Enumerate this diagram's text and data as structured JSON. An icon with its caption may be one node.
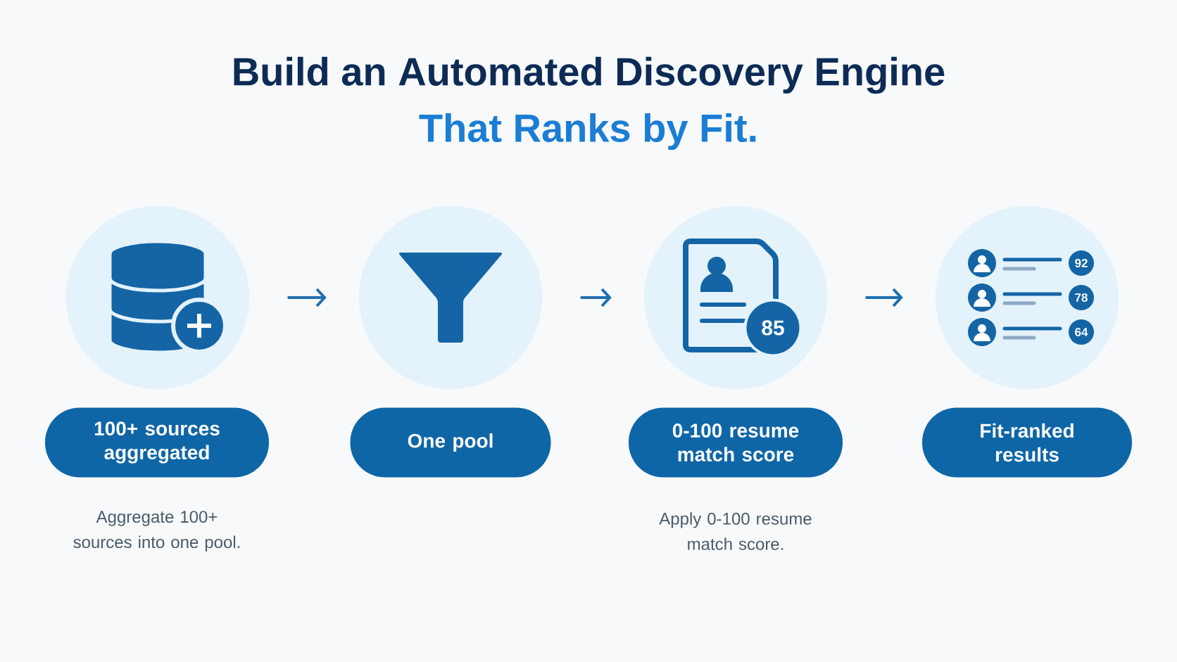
{
  "diagram": {
    "title": "Build an Automated Discovery Engine",
    "nodes": [
      {
        "text": [],
        "shape": "circle"
      },
      {
        "text": [],
        "shape": "circle"
      },
      {
        "text": [
          "85"
        ]
      },
      {
        "text": [
          "92",
          "78",
          "64"
        ]
      },
      {
        "text": [
          "100+ sources aggregated"
        ],
        "beside": [
          "Aggregate 100+ sources into one pool."
        ]
      },
      {
        "text": [
          "One pool"
        ]
      },
      {
        "text": [
          "0-100 resume match score"
        ],
        "beside": [
          "Apply 0-100 resume match score."
        ]
      },
      {
        "text": [
          "Fit-ranked results"
        ]
      }
    ],
    "edges": [
      {
        "from": 0,
        "to": 1,
        "arrow": "to"
      },
      {
        "from": 1,
        "to": 2,
        "arrow": "to"
      },
      {
        "from": 2,
        "to": 3,
        "arrow": "to"
      }
    ],
    "labels": [
      "That Ranks by Fit."
    ]
  }
}
